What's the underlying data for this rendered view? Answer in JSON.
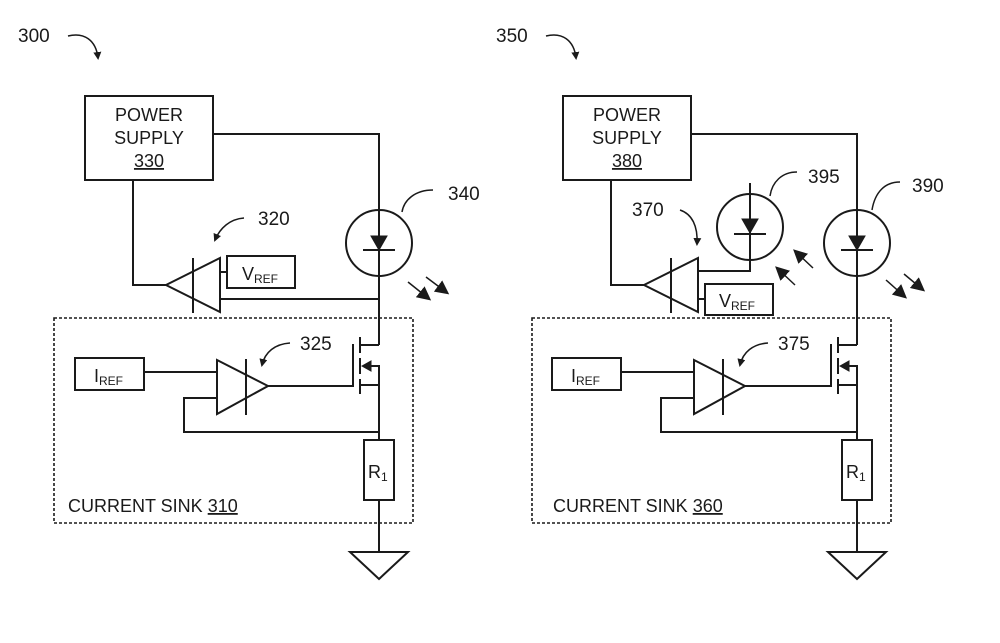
{
  "figure": {
    "circuits": [
      {
        "id_label": "300",
        "power_supply": {
          "line1": "POWER",
          "line2": "SUPPLY",
          "ref": "330"
        },
        "led": {
          "ref": "340",
          "type": "light-emitting"
        },
        "amp_top": {
          "ref": "320",
          "ref_input": {
            "main": "V",
            "sub": "REF"
          }
        },
        "current_sink": {
          "label": "CURRENT SINK",
          "ref": "310",
          "amp": {
            "ref": "325"
          },
          "ref_input": {
            "main": "I",
            "sub": "REF"
          },
          "resistor": {
            "main": "R",
            "sub": "1"
          }
        }
      },
      {
        "id_label": "350",
        "power_supply": {
          "line1": "POWER",
          "line2": "SUPPLY",
          "ref": "380"
        },
        "led": {
          "ref": "390",
          "type": "light-emitting"
        },
        "photodiode": {
          "ref": "395",
          "type": "light-receiving"
        },
        "amp_top": {
          "ref": "370",
          "ref_input": {
            "main": "V",
            "sub": "REF"
          }
        },
        "current_sink": {
          "label": "CURRENT SINK",
          "ref": "360",
          "amp": {
            "ref": "375"
          },
          "ref_input": {
            "main": "I",
            "sub": "REF"
          },
          "resistor": {
            "main": "R",
            "sub": "1"
          }
        }
      }
    ]
  }
}
